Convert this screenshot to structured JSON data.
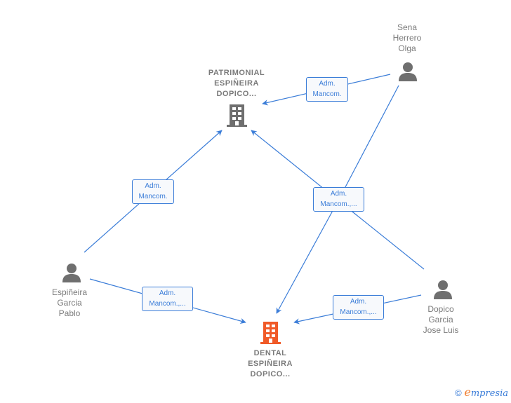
{
  "nodes": {
    "patrimonial": {
      "label_lines": [
        "PATRIMONIAL",
        "ESPIÑEIRA",
        "DOPICO..."
      ],
      "type": "company",
      "color": "#6f6f6f"
    },
    "dental": {
      "label_lines": [
        "DENTAL",
        "ESPIÑEIRA",
        "DOPICO..."
      ],
      "type": "company",
      "color": "#f05a28"
    },
    "sena": {
      "label_lines": [
        "Sena",
        "Herrero",
        "Olga"
      ],
      "type": "person"
    },
    "espineira": {
      "label_lines": [
        "Espiñeira",
        "Garcia",
        "Pablo"
      ],
      "type": "person"
    },
    "dopico": {
      "label_lines": [
        "Dopico",
        "Garcia",
        "Jose Luis"
      ],
      "type": "person"
    }
  },
  "edges": [
    {
      "from": "sena",
      "to": "patrimonial",
      "label_lines": [
        "Adm.",
        "Mancom."
      ]
    },
    {
      "from": "espineira",
      "to": "patrimonial",
      "label_lines": [
        "Adm.",
        "Mancom."
      ]
    },
    {
      "from": "dopico",
      "to": "patrimonial",
      "label_lines": [
        "Adm.",
        "Mancom.,..."
      ]
    },
    {
      "from": "espineira",
      "to": "dental",
      "label_lines": [
        "Adm.",
        "Mancom.,..."
      ]
    },
    {
      "from": "dopico",
      "to": "dental",
      "label_lines": [
        "Adm.",
        "Mancom.,..."
      ]
    },
    {
      "from": "sena",
      "to": "dental",
      "label_lines": []
    }
  ],
  "footer": {
    "copyright_symbol": "©",
    "brand_first": "e",
    "brand_rest": "mpresia"
  },
  "colors": {
    "edge": "#3b7dd8",
    "person": "#6f6f6f",
    "company_main": "#f05a28",
    "company_other": "#6f6f6f"
  }
}
